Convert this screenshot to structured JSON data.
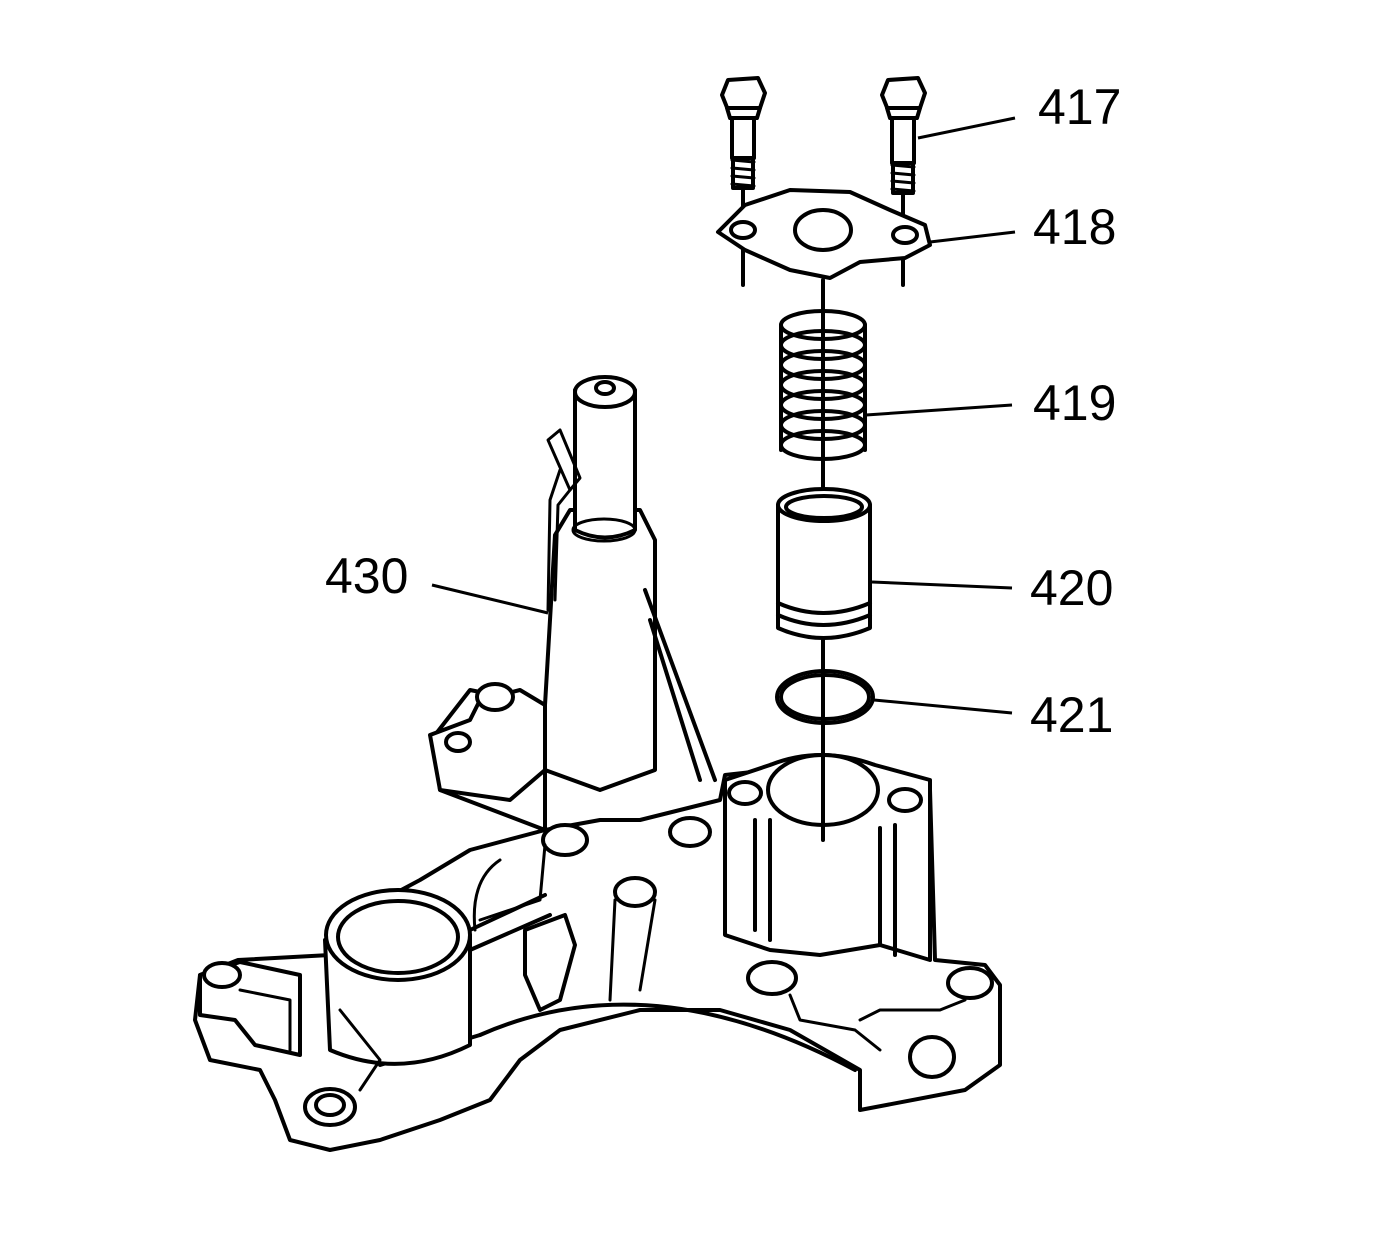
{
  "callouts": [
    {
      "id": "417",
      "label": "417"
    },
    {
      "id": "418",
      "label": "418"
    },
    {
      "id": "419",
      "label": "419"
    },
    {
      "id": "420",
      "label": "420"
    },
    {
      "id": "421",
      "label": "421"
    },
    {
      "id": "430",
      "label": "430"
    }
  ]
}
